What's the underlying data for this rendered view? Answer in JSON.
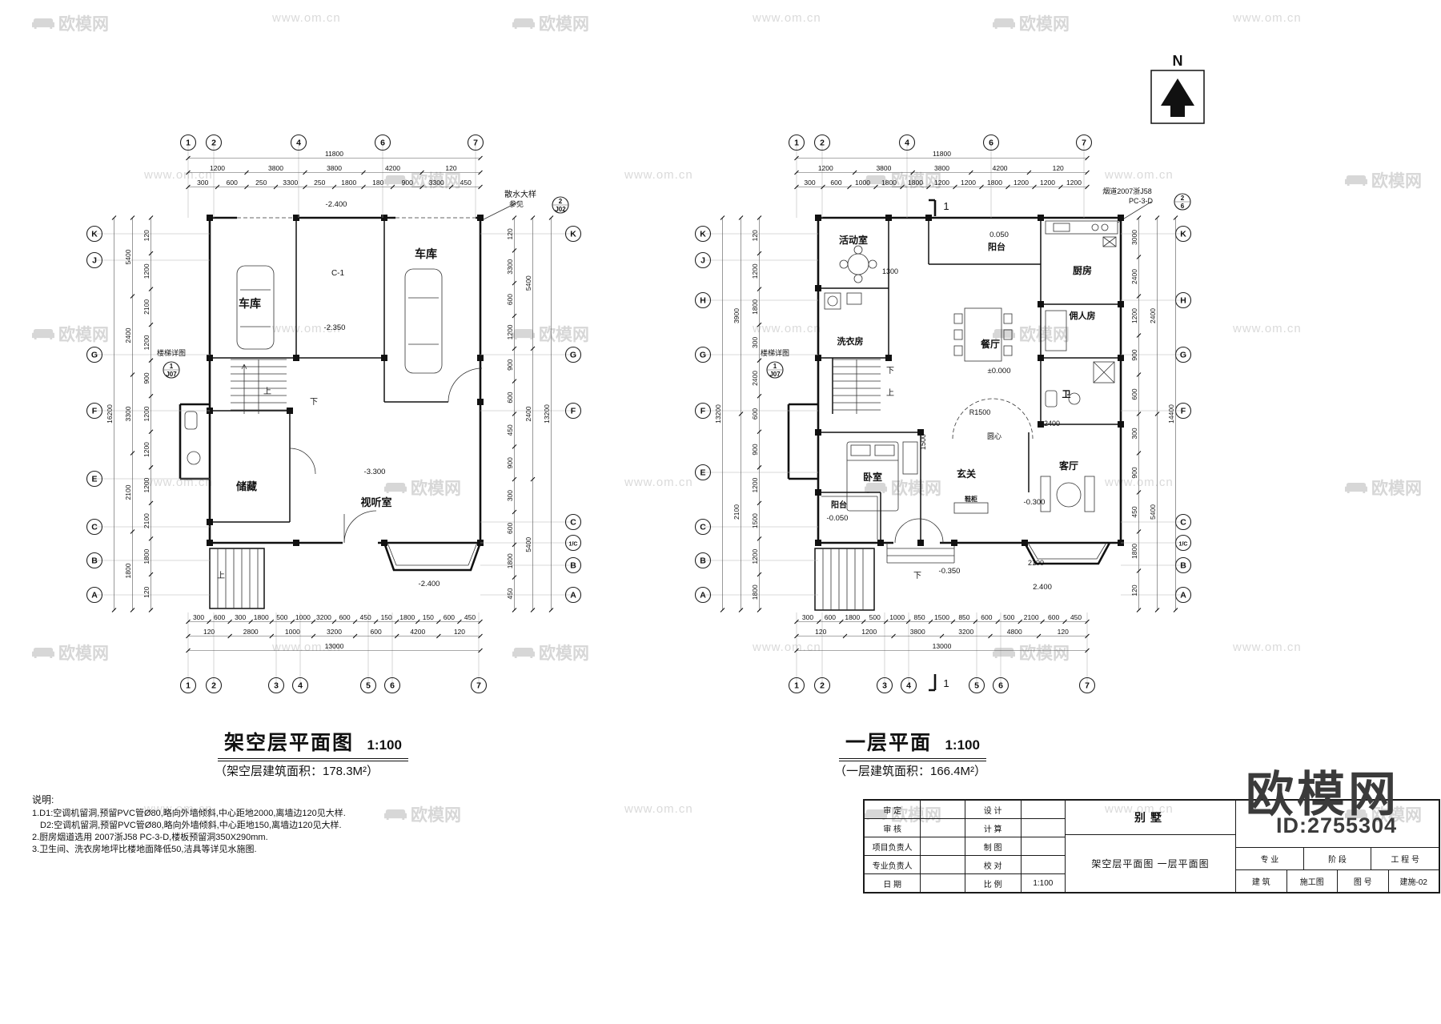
{
  "page": {
    "watermark_logo": "欧模网",
    "watermark_url": "www.om.cn",
    "north_label": "N"
  },
  "brand": {
    "logo": "欧模网",
    "id": "ID:2755304"
  },
  "plans": [
    {
      "title": "架空层平面图",
      "scale": "1:100",
      "area_note": "（架空层建筑面积：178.3M²）",
      "axes_top": [
        "1",
        "2",
        "4",
        "6",
        "7"
      ],
      "axes_bottom": [
        "1",
        "2",
        "3",
        "4",
        "5",
        "6",
        "7"
      ],
      "axes_left": [
        "K",
        "J",
        "G",
        "F",
        "E",
        "C",
        "B",
        "A"
      ],
      "axes_right": [
        "K",
        "G",
        "F",
        "C",
        "1/C",
        "B",
        "A"
      ],
      "top_total": "11800",
      "top_majors": [
        "1200",
        "3800",
        "3800",
        "4200",
        "120"
      ],
      "top_minors": [
        "300",
        "600",
        "250",
        "3300",
        "250",
        "1800",
        "180",
        "900",
        "3300",
        "450"
      ],
      "bottom_minors": [
        "300",
        "600",
        "300",
        "1800",
        "500",
        "1000",
        "3200",
        "600",
        "450",
        "150",
        "1800",
        "150",
        "600",
        "450"
      ],
      "bottom_majors": [
        "120",
        "2800",
        "1000",
        "3200",
        "600",
        "4200",
        "120"
      ],
      "bottom_total": "13000",
      "left_minors": [
        "120",
        "1200",
        "2100",
        "1200",
        "900",
        "1200",
        "1200",
        "1200",
        "2100",
        "1800",
        "120"
      ],
      "left_majors": [
        "5400",
        "2400",
        "3300",
        "2100",
        "1800"
      ],
      "left_total": "16200",
      "right_minors": [
        "120",
        "3300",
        "600",
        "1200",
        "900",
        "600",
        "450",
        "900",
        "300",
        "600",
        "1800",
        "450"
      ],
      "right_majors": [
        "5400",
        "2400",
        "5400"
      ],
      "right_total": "13200",
      "rooms": [
        "车库",
        "车库",
        "储藏",
        "视听室"
      ],
      "levels": [
        "-2.400",
        "-2.350",
        "-3.300",
        "-2.400"
      ],
      "ann": {
        "window": "C-1",
        "splash": "散水大样",
        "splash_ref": "参见",
        "splash_num": "2",
        "splash_sheet": "J02",
        "stair": "楼梯详图",
        "stair_num": "1",
        "stair_sheet": "J07",
        "up": "上",
        "down": "下"
      }
    },
    {
      "title": "一层平面",
      "scale": "1:100",
      "area_note": "（一层建筑面积：166.4M²）",
      "axes_top": [
        "1",
        "2",
        "4",
        "6",
        "7"
      ],
      "axes_bottom": [
        "1",
        "2",
        "3",
        "4",
        "5",
        "6",
        "7"
      ],
      "axes_left": [
        "K",
        "J",
        "H",
        "G",
        "F",
        "E",
        "C",
        "B",
        "A"
      ],
      "axes_right": [
        "K",
        "H",
        "G",
        "F",
        "C",
        "1/C",
        "B",
        "A"
      ],
      "top_total": "11800",
      "top_majors": [
        "1200",
        "3800",
        "3800",
        "4200",
        "120"
      ],
      "top_minors": [
        "300",
        "600",
        "1000",
        "1800",
        "1800",
        "1200",
        "1200",
        "1800",
        "1200",
        "1200",
        "1200"
      ],
      "bottom_minors": [
        "300",
        "600",
        "1800",
        "500",
        "1000",
        "850",
        "1500",
        "850",
        "600",
        "500",
        "2100",
        "600",
        "450"
      ],
      "bottom_majors": [
        "120",
        "1200",
        "3800",
        "3200",
        "4800",
        "120"
      ],
      "bottom_total": "13000",
      "left_minors": [
        "120",
        "1200",
        "1800",
        "300",
        "2400",
        "600",
        "900",
        "1200",
        "1500",
        "1200",
        "1800"
      ],
      "left_majors": [
        "3900",
        "2100"
      ],
      "left_total": "13200",
      "right_minors": [
        "3000",
        "2400",
        "1200",
        "900",
        "600",
        "300",
        "900",
        "450",
        "1800",
        "120"
      ],
      "right_majors": [
        "2400",
        "5400"
      ],
      "right_total": "14400",
      "rooms": [
        "活动室",
        "阳台",
        "厨房",
        "洗衣房",
        "餐厅",
        "佣人房",
        "卫",
        "卧室",
        "玄关",
        "客厅",
        "阳台",
        "鞋柜"
      ],
      "levels": [
        "0.050",
        "±0.000",
        "-0.050",
        "-0.300",
        "-0.350",
        "2.400"
      ],
      "ann": {
        "flue1": "烟道2007浙J58",
        "flue2": "PC-3-D",
        "flue_num": "2",
        "flue_sheet": "6",
        "stair": "楼梯详图",
        "stair_num": "1",
        "stair_sheet": "J07",
        "radius": "R1500",
        "center": "圆心",
        "section": "1",
        "d1300": "1300",
        "d2100": "2100",
        "d2400": "2400",
        "d1500": "1500",
        "up": "上",
        "down": "下"
      }
    }
  ],
  "notes": {
    "heading": "说明:",
    "lines": [
      "1.D1:空调机留洞,预留PVC管Ø80,略向外墙倾斜,中心距地2000,离墙边120见大样.",
      "D2:空调机留洞,预留PVC管Ø80,略向外墙倾斜,中心距地150,离墙边120见大样.",
      "2.厨房烟道选用 2007浙J58 PC-3-D,楼板预留洞350X290mm.",
      "3.卫生间、洗衣房地坪比楼地面降低50,洁具等详见水施图."
    ]
  },
  "titleblock": {
    "project": "别墅",
    "drawing": "架空层平面图 一层平面图",
    "rows": [
      {
        "c1": "审 定",
        "c2": "设 计",
        "v2": ""
      },
      {
        "c1": "审 核",
        "c2": "计 算",
        "v2": ""
      },
      {
        "c1": "项目负责人",
        "c2": "制 图",
        "v2": ""
      },
      {
        "c1": "专业负责人",
        "c2": "校 对",
        "v2": ""
      },
      {
        "c1": "日 期",
        "c2": "比 例",
        "v2": "1:100"
      }
    ],
    "cols_head": [
      "专 业",
      "阶 段",
      "工 程 号"
    ],
    "cols_val": [
      "建 筑",
      "施工图",
      "图 号",
      "建施-02"
    ]
  }
}
